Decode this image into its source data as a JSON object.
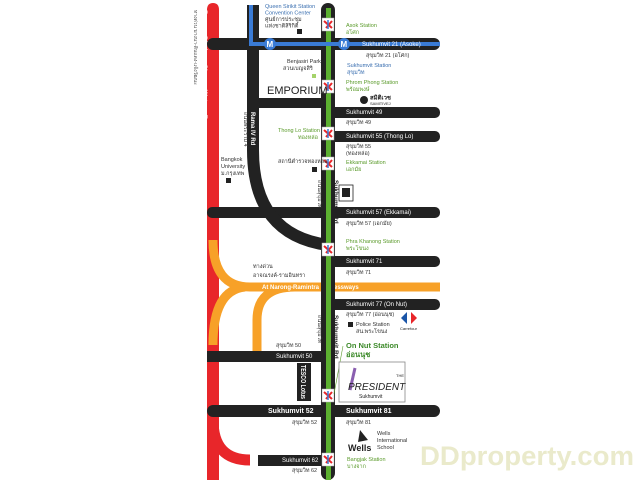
{
  "expressways": {
    "bangna": "Bangna-Dindang-Chaeng Watana Expressways",
    "bangna_th": "ทางด่วน บางนา-ดินแดง-แจ้งวัฒนะ",
    "at_narong": "At Narong-Ramintra Expressways",
    "at_narong_th1": "ทางด่วน",
    "at_narong_th2": "อาจณรงค์-รามอินทรา"
  },
  "roads": {
    "rama4": "Rama IV Rd",
    "rama4_th": "ถนนพระราม 4",
    "sukhumvit_rd": "Sukhumvit Rd",
    "sukhumvit_rd_th": "ถนนสุขุมวิท",
    "s21": "Sukhumvit 21 (Asoke)",
    "s21_th": "สุขุมวิท 21 (อโศก)",
    "s49": "Sukhumvit 49",
    "s49_th": "สุขุมวิท 49",
    "s55": "Sukhumvit 55 (Thong Lo)",
    "s55_th1": "สุขุมวิท 55",
    "s55_th2": "(ทองหล่อ)",
    "s57": "Sukhumvit 57 (Ekkamai)",
    "s57_th": "สุขุมวิท 57 (เอกมัย)",
    "s71": "Sukhumvit 71",
    "s71_th": "สุขุมวิท 71",
    "s77": "Sukhumvit 77 (On Nut)",
    "s77_th": "สุขุมวิท 77 (อ่อนนุช)",
    "s50": "Sukhumvit 50",
    "s50_th": "สุขุมวิท 50",
    "s52": "Sukhumvit 52",
    "s52_th": "สุขุมวิท 52",
    "s81": "Sukhumvit 81",
    "s81_th": "สุขุมวิท 81",
    "s62": "Sukhumvit 62",
    "s62_th": "สุขุมวิท 62"
  },
  "stations": {
    "asok": "Asok Station",
    "asok_th": "อโศก",
    "sukhumvit_mrt": "Sukhumvit Station",
    "sukhumvit_mrt_th": "สุขุมวิท",
    "qsncc1": "Queen Sirikit Station",
    "qsncc2": "Convention Center",
    "qsncc_th1": "ศูนย์การประชุม",
    "qsncc_th2": "แห่งชาติสิริกิติ์",
    "phrom_phong": "Phrom Phong Station",
    "phrom_phong_th": "พร้อมพงษ์",
    "thong_lo": "Thong Lo Station",
    "thong_lo_th": "ทองหล่อ",
    "ekkamai": "Ekkamai Station",
    "ekkamai_th": "เอกมัย",
    "phra_khanong": "Phra Khanong Station",
    "phra_khanong_th": "พระโขนง",
    "on_nut": "On Nut Station",
    "on_nut_th": "อ่อนนุช",
    "bang_chak": "Bangjak Station",
    "bang_chak_th": "บางจาก"
  },
  "landmarks": {
    "benjasiri": "Benjasiri Park",
    "benjasiri_th": "สวนเบญจสิริ",
    "emporium": "EMPORIUM",
    "samitivej": "SAMITIVEJ",
    "samitivej_th": "สมิติเวช",
    "bangkok_univ1": "Bangkok",
    "bangkok_univ2": "University",
    "bangkok_univ_th": "ม.กรุงเทพ",
    "police_ekkamai": "สถานีตำรวจทองหล่อ",
    "police_station": "Police Station",
    "police_station_th": "สน.พระโขนง",
    "carrefour": "Carrefour",
    "tesco": "TESCO Lotus",
    "president": "PRESIDENT",
    "president_the": "THE",
    "president_sub": "Sukhumvit",
    "wells": "Wells",
    "wells_school1": "Wells",
    "wells_school2": "International",
    "wells_school3": "School"
  },
  "watermark": "DDproperty.com",
  "colors": {
    "bts": "#5cb030",
    "mrt": "#3a7bd5",
    "expressway_red": "#e8262a",
    "expressway_orange": "#f7a128",
    "road": "#222222"
  }
}
